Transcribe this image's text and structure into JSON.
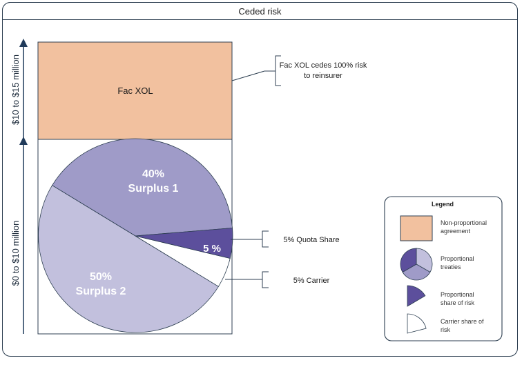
{
  "title": "Ceded risk",
  "axis": {
    "lower_label": "$0 to $10 million",
    "upper_label": "$10 to $15 million"
  },
  "fac_xol": {
    "label": "Fac XOL",
    "callout_line1": "Fac XOL cedes 100% risk",
    "callout_line2": "to reinsurer"
  },
  "pie": {
    "slices": [
      {
        "id": "surplus1",
        "pct_text": "40%",
        "name": "Surplus 1",
        "share": 0.4
      },
      {
        "id": "surplus2",
        "pct_text": "50%",
        "name": "Surplus 2",
        "share": 0.5
      },
      {
        "id": "carrier",
        "pct_text": "",
        "name": "",
        "share": 0.05
      },
      {
        "id": "quota",
        "pct_text": "5 %",
        "name": "",
        "share": 0.05
      }
    ],
    "quota_callout": "5% Quota Share",
    "carrier_callout": "5% Carrier"
  },
  "legend": {
    "title": "Legend",
    "items": [
      {
        "line1": "Non-proportional",
        "line2": "agreement"
      },
      {
        "line1": "Proportional",
        "line2": "treaties"
      },
      {
        "line1": "Proportional",
        "line2": "share of risk"
      },
      {
        "line1": "Carrier share of",
        "line2": "risk"
      }
    ]
  },
  "colors": {
    "fac_xol": "#f2c19f",
    "surplus1": "#9f9bc8",
    "surplus2": "#c2c0dd",
    "quota": "#5c4f9c",
    "carrier": "#ffffff",
    "border": "#2c3e50"
  }
}
